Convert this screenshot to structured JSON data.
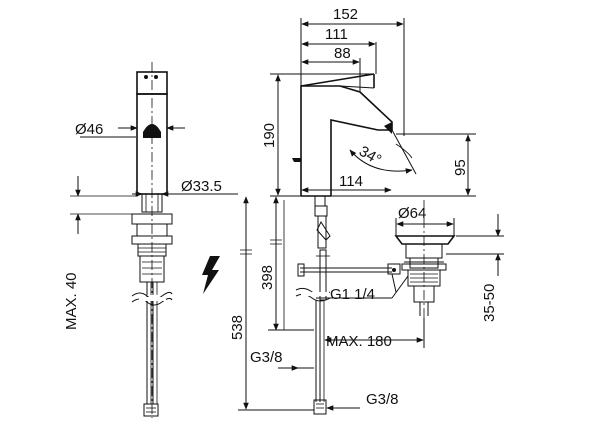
{
  "colors": {
    "line": "#111111",
    "background": "#ffffff"
  },
  "icons": {
    "warning": "electrical-flash-icon"
  },
  "dims": {
    "overall_depth": "152",
    "spout_reach": "111",
    "handle_reach": "88",
    "height": "190",
    "angle": "34°",
    "outlet_height": "95",
    "outlet_reach": "114",
    "body_diameter": "Ø46",
    "base_diameter": "Ø33.5",
    "max_deck": "MAX. 40",
    "waste_diameter": "Ø64",
    "thread": "G1 1/4",
    "waste_height": "35-50",
    "supply_length": "398",
    "total_length": "538",
    "max_distance": "MAX. 180",
    "connection_left": "G3/8",
    "connection_bottom": "G3/8"
  }
}
